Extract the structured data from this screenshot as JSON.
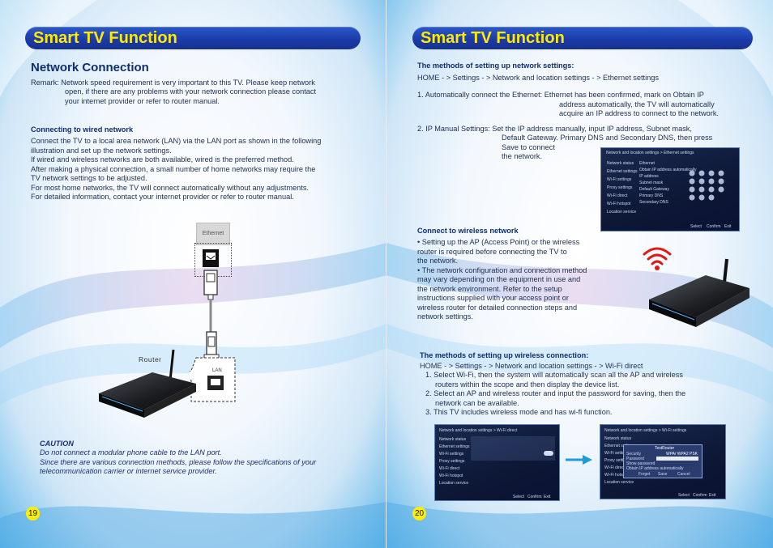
{
  "left": {
    "title": "Smart TV Function",
    "section_title": "Network Connection",
    "remark": [
      "Remark: Network speed requirement is very important to this TV. Please keep network",
      "open, if there are any problems with your network connection please contact",
      "your internet provider or refer to router manual."
    ],
    "wired_heading": "Connecting to wired network",
    "wired_body": [
      "Connect the TV to a local area network (LAN) via the LAN port as shown in the following",
      "illustration and set up the network settings.",
      "If wired and wireless networks are both available, wired is the preferred method.",
      "After making a physical connection, a small number of home networks may require the",
      "TV network settings to be adjusted.",
      "For most home networks, the TV will connect automatically without any adjustments.",
      "For detailed information, contact your internet provider or refer to router manual."
    ],
    "diagram": {
      "ethernet_label": "Ethernet",
      "router_label": "Router",
      "lan_label": "LAN"
    },
    "caution_heading": "CAUTION",
    "caution_body": [
      "Do not connect a modular phone cable to the LAN port.",
      "Since there are various connection methods, please follow the specifications of your",
      "telecommunication carrier or internet service provider."
    ],
    "page_number": "19"
  },
  "right": {
    "title": "Smart TV Function",
    "methods_heading": "The methods of setting up network settings:",
    "methods_path": "HOME - > Settings - > Network and location settings - > Ethernet settings",
    "auto_line1": "1. Automatically connect the Ethernet: Ethernet has been confirmed, mark on Obtain IP",
    "auto_line2": "address automatically, the TV will automatically",
    "auto_line3": "acquire an IP address to connect to the network.",
    "manual_line1": "2. IP Manual Settings: Set the IP address manually, input IP address, Subnet mask,",
    "manual_line2": "Default Gateway. Primary DNS and Secondary DNS, then press",
    "manual_line3": "Save to connect",
    "manual_line4": "the network.",
    "eth_screen": {
      "title": "Network and location settings > Ethernet settings",
      "menu": [
        "Network status",
        "Ethernet settings",
        "Wi-Fi settings",
        "Proxy settings",
        "Wi-Fi direct",
        "Wi-Fi hotspot",
        "Location service"
      ],
      "options": [
        "Ethernet",
        "Obtain IP address automatically",
        "IP address",
        "Subnet mask",
        "Default Gateway",
        "Primary DNS",
        "Secondary DNS"
      ],
      "footer": [
        "Select",
        "Confirm",
        "Exit"
      ]
    },
    "wireless_heading": "Connect to wireless network",
    "wireless_bullets": [
      "• Setting up the AP (Access Point) or the wireless",
      "  router is required before connecting the TV to",
      "  the network.",
      "• The network configuration and connection method",
      "  may vary depending on the equipment in use and",
      "  the network environment. Refer to the setup",
      "  instructions supplied with your access point or",
      "  wireless router for detailed connection steps and",
      "  network settings."
    ],
    "wifi_heading": "The methods of setting up wireless connection:",
    "wifi_path": "HOME - > Settings - > Network and location settings - > Wi-Fi direct",
    "wifi_steps": [
      "1. Select  Wi-Fi, then the system will automatically scan all the AP and wireless",
      "routers within the scope and then display the device list.",
      "2. Select an AP and wireless router and input the password for saving, then the",
      "network can be available.",
      "3. This TV includes wireless mode and has wi-fi function."
    ],
    "wifi_screen1": {
      "title": "Network and location settings > Wi-Fi direct",
      "menu": [
        "Network status",
        "Ethernet settings",
        "Wi-Fi settings",
        "Proxy settings",
        "Wi-Fi direct",
        "Wi-Fi hotspot",
        "Location service"
      ],
      "footer": [
        "Select",
        "Confirm",
        "Exit"
      ]
    },
    "wifi_screen2": {
      "title": "Network and location settings > Wi-Fi settings",
      "menu": [
        "Network status",
        "Ethernet settings",
        "Wi-Fi settings",
        "Proxy settings",
        "Wi-Fi direct",
        "Wi-Fi hotspot",
        "Location service"
      ],
      "dialog_title": "TestRouter",
      "fields": [
        "Security",
        "Password",
        "Show password",
        "Obtain IP address automatically"
      ],
      "security_value": "WPA/ WPA2 PSK",
      "buttons": [
        "Forget",
        "Save",
        "Cancel"
      ],
      "footer": [
        "Select",
        "Confirm",
        "Exit"
      ]
    },
    "page_number": "20"
  },
  "colors": {
    "title_bar": "#1b3aa8",
    "title_text": "#ffea00",
    "heading": "#0f2f6e",
    "page_number_bg": "#ffee00",
    "wifi_signal": "#e01818",
    "arrow": "#1e9bd8"
  }
}
